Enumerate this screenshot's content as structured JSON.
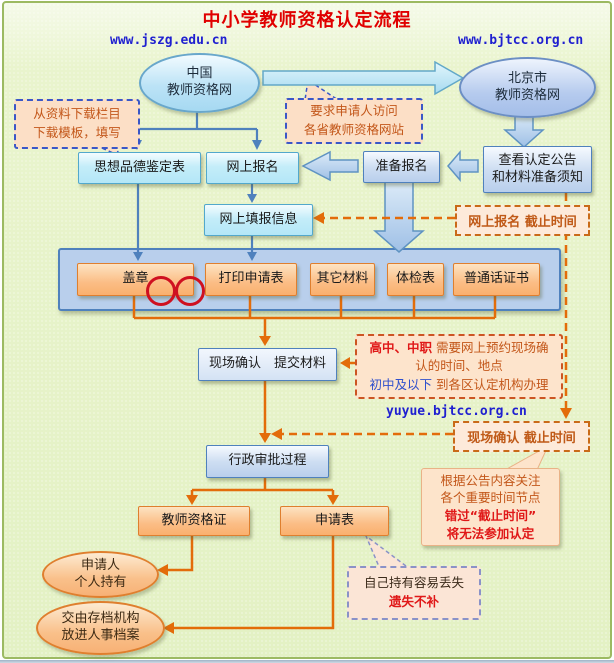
{
  "title": "中小学教师资格认定流程",
  "urls": {
    "china": "www.jszg.edu.cn",
    "beijing": "www.bjtcc.org.cn",
    "yuyue": "yuyue.bjtcc.org.cn"
  },
  "sites": {
    "china_line1": "中国",
    "china_line2": "教师资格网",
    "beijing_line1": "北京市",
    "beijing_line2": "教师资格网"
  },
  "boxes": {
    "moral_form": "思想品德鉴定表",
    "online_signup": "网上报名",
    "prepare": "准备报名",
    "announce_line1": "查看认定公告",
    "announce_line2": "和材料准备须知",
    "fill_info": "网上填报信息",
    "stamp": "盖章",
    "print_form": "打印申请表",
    "other_materials": "其它材料",
    "physical_form": "体检表",
    "mandarin_cert": "普通话证书",
    "onsite_confirm": "现场确认　提交材料",
    "approval": "行政审批过程",
    "teacher_cert": "教师资格证",
    "application_form": "申请表"
  },
  "deadlines": {
    "signup": "网上报名 截止时间",
    "onsite": "现场确认 截止时间"
  },
  "callouts": {
    "download": {
      "line1": "从资料下载栏目",
      "line2": "下载模板，填写"
    },
    "visit": {
      "line1": "要求申请人访问",
      "line2": "各省教师资格网站"
    },
    "onsite_note": {
      "seg_red": "高中、中职",
      "seg1": "需要网上预约现场确",
      "line2": "认的时间、地点",
      "seg_blue": "初中及以下",
      "seg2": "到各区认定机构办理"
    },
    "deadline_note": {
      "line1": "根据公告内容关注",
      "line2": "各个重要时间节点",
      "line3": "错过“截止时间”",
      "line4": "将无法参加认定"
    },
    "lost_note": {
      "line1": "自己持有容易丢失",
      "line2": "遗失不补"
    }
  },
  "ellipses": {
    "holder_line1": "申请人",
    "holder_line2": "个人持有",
    "archive_line1": "交由存档机构",
    "archive_line2": "放进人事档案"
  },
  "colors": {
    "flow_blue": "#4f81bd",
    "flow_orange": "#e36c0a",
    "title_red": "#e00000",
    "link_blue": "#1f1fd0"
  }
}
